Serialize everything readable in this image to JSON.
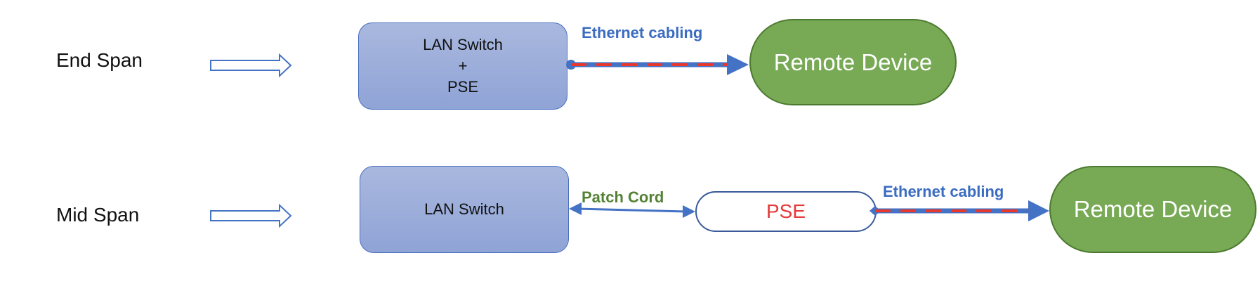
{
  "rows": [
    {
      "label": "End Span",
      "switch_lines": [
        "LAN Switch",
        "+",
        "PSE"
      ],
      "cable_label": "Ethernet cabling",
      "device_label": "Remote Device"
    },
    {
      "label": "Mid Span",
      "switch_lines": [
        "LAN Switch"
      ],
      "patch_label": "Patch Cord",
      "pse_label": "PSE",
      "cable_label": "Ethernet cabling",
      "device_label": "Remote Device"
    }
  ],
  "colors": {
    "switch_fill": "#95a8d8",
    "switch_border": "#4a6fc0",
    "device_fill": "#78a955",
    "device_border": "#4c7a30",
    "cable_blue": "#4472c4",
    "cable_red": "#e8382d",
    "cable_label": "#3a6cc0",
    "patch_label": "#548235",
    "pse_text": "#e43a3a"
  }
}
